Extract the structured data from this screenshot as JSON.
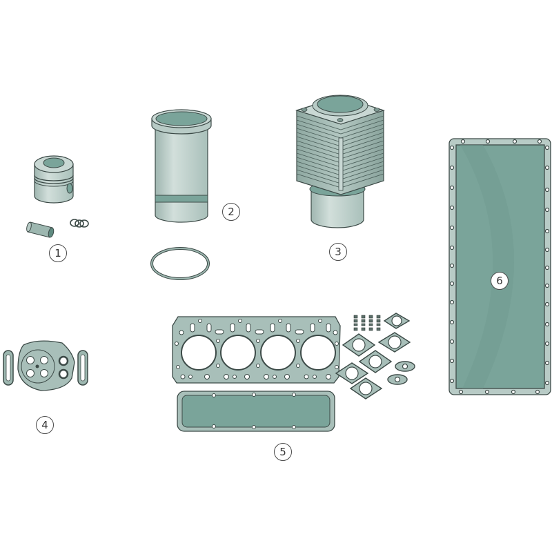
{
  "diagram": {
    "type": "exploded parts illustration",
    "colors": {
      "metal_light": "#c7d6d2",
      "metal_mid": "#a8bfb9",
      "metal_dark": "#7e9a93",
      "teal_fill": "#7aa49a",
      "teal_dark": "#5f8a80",
      "outline": "#3c4a47",
      "background": "#ffffff"
    },
    "parts": [
      {
        "id": 1,
        "label": "1",
        "name": "piston-with-pin-and-circlips",
        "items": [
          "piston",
          "piston pin",
          "circlips"
        ]
      },
      {
        "id": 2,
        "label": "2",
        "name": "cylinder-liner-with-seal-ring",
        "items": [
          "cylinder liner",
          "O-ring seal"
        ]
      },
      {
        "id": 3,
        "label": "3",
        "name": "finned-air-cooled-cylinder",
        "items": [
          "finned cylinder"
        ]
      },
      {
        "id": 4,
        "label": "4",
        "name": "injector-flange-gaskets",
        "items": [
          "round flange gasket",
          "oval gaskets"
        ]
      },
      {
        "id": 5,
        "label": "5",
        "name": "cylinder-head-gasket-set",
        "items": [
          "4-cylinder head gasket",
          "valve cover gasket",
          "manifold gaskets",
          "valve stem seals"
        ]
      },
      {
        "id": 6,
        "label": "6",
        "name": "oil-pan-gasket",
        "items": [
          "oil pan gasket"
        ]
      }
    ]
  }
}
